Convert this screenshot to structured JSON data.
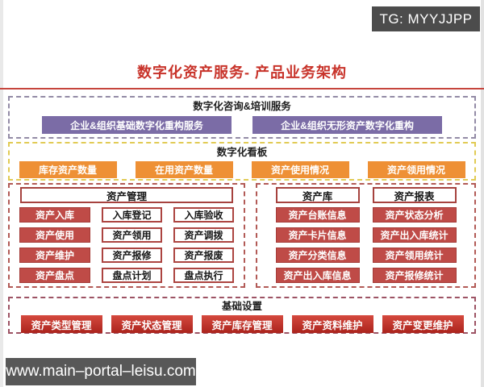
{
  "watermarks": {
    "tg": "TG: MYYJJPP",
    "site": "www.main–portal–leisu.com"
  },
  "header": {
    "title": "数字化资产服务- 产品业务架构"
  },
  "sections": {
    "consulting": {
      "title": "数字化咨询&培训服务",
      "items": [
        "企业&组织基础数字化重构服务",
        "企业&组织无形资产数字化重构"
      ]
    },
    "dashboard": {
      "title": "数字化看板",
      "items": [
        "库存资产数量",
        "在用资产数量",
        "资产使用情况",
        "资产领用情况"
      ]
    },
    "asset_mgmt": {
      "title": "资产管理",
      "rows": [
        {
          "category": "资产入库",
          "sub": [
            "入库登记",
            "入库验收"
          ]
        },
        {
          "category": "资产使用",
          "sub": [
            "资产领用",
            "资产调拨"
          ]
        },
        {
          "category": "资产维护",
          "sub": [
            "资产报修",
            "资产报废"
          ]
        },
        {
          "category": "资产盘点",
          "sub": [
            "盘点计划",
            "盘点执行"
          ]
        }
      ]
    },
    "asset_db": {
      "title": "资产库",
      "items": [
        "资产台账信息",
        "资产卡片信息",
        "资产分类信息",
        "资产出入库信息"
      ]
    },
    "asset_report": {
      "title": "资产报表",
      "items": [
        "资产状态分析",
        "资产出入库统计",
        "资产领用统计",
        "资产报修统计"
      ]
    },
    "base_settings": {
      "title": "基础设置",
      "items": [
        "资产类型管理",
        "资产状态管理",
        "资产库存管理",
        "资产资料维护",
        "资产变更维护"
      ]
    }
  },
  "colors": {
    "title_red": "#c8332a",
    "divider_red": "#c6453d",
    "purple_button": "#7b6ca6",
    "purple_dash_border": "#938ba6",
    "orange_button": "#ee9035",
    "yellow_dash_border": "#e1cb55",
    "brick_red_button": "#bf4b47",
    "red_dash_border": "#b25a56",
    "bright_red_button": "#c5352c",
    "maroon_dash_border": "#9d5364",
    "watermark_gray": "#4c4c4c",
    "site_bar_gray": "#585858"
  }
}
